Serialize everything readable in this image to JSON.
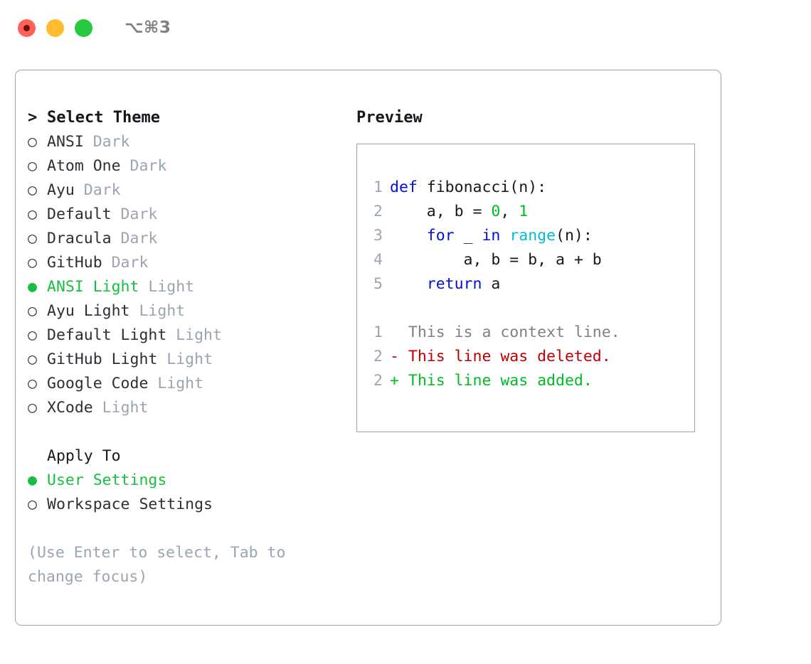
{
  "titlebar": {
    "shortcut": "⌥⌘3",
    "buttons": [
      {
        "name": "close",
        "color": "#ff6159"
      },
      {
        "name": "minimize",
        "color": "#febc2e"
      },
      {
        "name": "maximize",
        "color": "#28c840"
      }
    ]
  },
  "theme_list": {
    "header_marker": ">",
    "header_label": "Select Theme",
    "items": [
      {
        "marker": "○",
        "name": "ANSI",
        "variant": "Dark",
        "selected": false
      },
      {
        "marker": "○",
        "name": "Atom One",
        "variant": "Dark",
        "selected": false
      },
      {
        "marker": "○",
        "name": "Ayu",
        "variant": "Dark",
        "selected": false
      },
      {
        "marker": "○",
        "name": "Default",
        "variant": "Dark",
        "selected": false
      },
      {
        "marker": "○",
        "name": "Dracula",
        "variant": "Dark",
        "selected": false
      },
      {
        "marker": "○",
        "name": "GitHub",
        "variant": "Dark",
        "selected": false
      },
      {
        "marker": "●",
        "name": "ANSI Light",
        "variant": "Light",
        "selected": true
      },
      {
        "marker": "○",
        "name": "Ayu Light",
        "variant": "Light",
        "selected": false
      },
      {
        "marker": "○",
        "name": "Default Light",
        "variant": "Light",
        "selected": false
      },
      {
        "marker": "○",
        "name": "GitHub Light",
        "variant": "Light",
        "selected": false
      },
      {
        "marker": "○",
        "name": "Google Code",
        "variant": "Light",
        "selected": false
      },
      {
        "marker": "○",
        "name": "XCode",
        "variant": "Light",
        "selected": false
      }
    ]
  },
  "apply_to": {
    "header_label": "Apply To",
    "items": [
      {
        "marker": "●",
        "name": "User Settings",
        "selected": true
      },
      {
        "marker": "○",
        "name": "Workspace Settings",
        "selected": false
      }
    ]
  },
  "hint": "(Use Enter to select, Tab to change focus)",
  "preview": {
    "title": "Preview",
    "code_lines": [
      {
        "number": "1",
        "tokens": [
          {
            "t": "def",
            "c": "kw"
          },
          {
            "t": " fibonacci(n):",
            "c": "id"
          }
        ]
      },
      {
        "number": "2",
        "tokens": [
          {
            "t": "    a, b = ",
            "c": "id"
          },
          {
            "t": "0",
            "c": "num"
          },
          {
            "t": ", ",
            "c": "id"
          },
          {
            "t": "1",
            "c": "num"
          }
        ]
      },
      {
        "number": "3",
        "tokens": [
          {
            "t": "    ",
            "c": "id"
          },
          {
            "t": "for",
            "c": "kw"
          },
          {
            "t": " _ ",
            "c": "id"
          },
          {
            "t": "in",
            "c": "kw"
          },
          {
            "t": " ",
            "c": "id"
          },
          {
            "t": "range",
            "c": "fn"
          },
          {
            "t": "(n):",
            "c": "id"
          }
        ]
      },
      {
        "number": "4",
        "tokens": [
          {
            "t": "        a, b = b, a + b",
            "c": "id"
          }
        ]
      },
      {
        "number": "5",
        "tokens": [
          {
            "t": "    ",
            "c": "id"
          },
          {
            "t": "return",
            "c": "kw"
          },
          {
            "t": " a",
            "c": "id"
          }
        ]
      }
    ],
    "diff_lines": [
      {
        "number": "1",
        "prefix": "  ",
        "text": "This is a context line.",
        "kind": "ctx"
      },
      {
        "number": "2",
        "prefix": "- ",
        "text": "This line was deleted.",
        "kind": "del"
      },
      {
        "number": "2",
        "prefix": "+ ",
        "text": "This line was added.",
        "kind": "add"
      }
    ]
  },
  "colors": {
    "accent_green": "#17bf3f",
    "muted_gray": "#9aa4b2",
    "border": "#9aa4b2",
    "keyword_blue": "#0011dd",
    "function_cyan": "#00bcd4",
    "number_green": "#00bb22",
    "diff_add": "#00bb22",
    "diff_del": "#c00000"
  }
}
